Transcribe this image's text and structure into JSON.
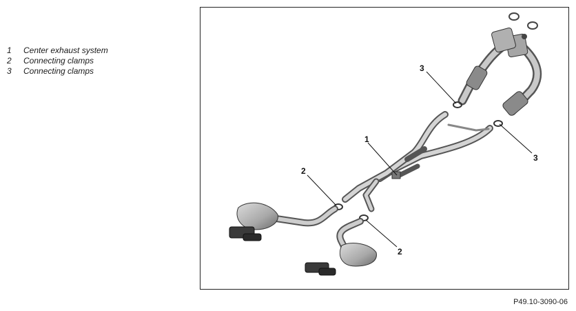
{
  "legend": [
    {
      "num": "1",
      "label": "Center exhaust system"
    },
    {
      "num": "2",
      "label": "Connecting clamps"
    },
    {
      "num": "3",
      "label": "Connecting clamps"
    }
  ],
  "callouts": {
    "c1": "1",
    "c2a": "2",
    "c2b": "2",
    "c3a": "3",
    "c3b": "3"
  },
  "figure_ref": "P49.10-3090-06"
}
